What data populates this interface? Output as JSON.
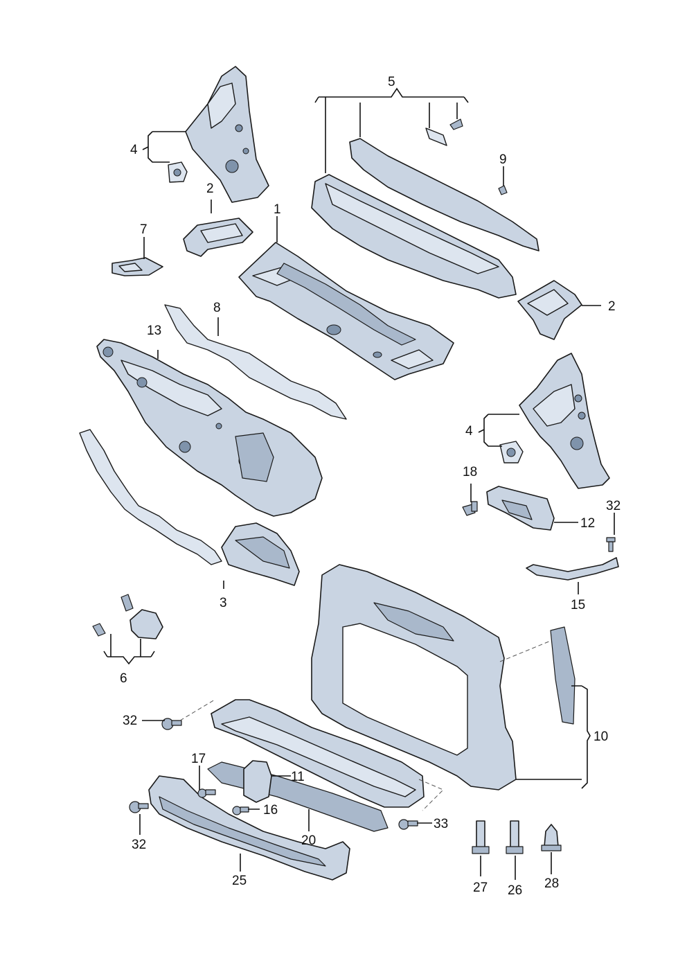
{
  "callouts": [
    {
      "id": "c1",
      "text": "1"
    },
    {
      "id": "c2a",
      "text": "2"
    },
    {
      "id": "c2b",
      "text": "2"
    },
    {
      "id": "c3",
      "text": "3"
    },
    {
      "id": "c4a",
      "text": "4"
    },
    {
      "id": "c4b",
      "text": "4"
    },
    {
      "id": "c5",
      "text": "5"
    },
    {
      "id": "c6",
      "text": "6"
    },
    {
      "id": "c7",
      "text": "7"
    },
    {
      "id": "c8",
      "text": "8"
    },
    {
      "id": "c9",
      "text": "9"
    },
    {
      "id": "c10",
      "text": "10"
    },
    {
      "id": "c11",
      "text": "11"
    },
    {
      "id": "c12",
      "text": "12"
    },
    {
      "id": "c13",
      "text": "13"
    },
    {
      "id": "c15",
      "text": "15"
    },
    {
      "id": "c16",
      "text": "16"
    },
    {
      "id": "c17",
      "text": "17"
    },
    {
      "id": "c18",
      "text": "18"
    },
    {
      "id": "c20",
      "text": "20"
    },
    {
      "id": "c25",
      "text": "25"
    },
    {
      "id": "c26",
      "text": "26"
    },
    {
      "id": "c27",
      "text": "27"
    },
    {
      "id": "c28",
      "text": "28"
    },
    {
      "id": "c32a",
      "text": "32"
    },
    {
      "id": "c32b",
      "text": "32"
    },
    {
      "id": "c32c",
      "text": "32"
    },
    {
      "id": "c33",
      "text": "33"
    }
  ]
}
